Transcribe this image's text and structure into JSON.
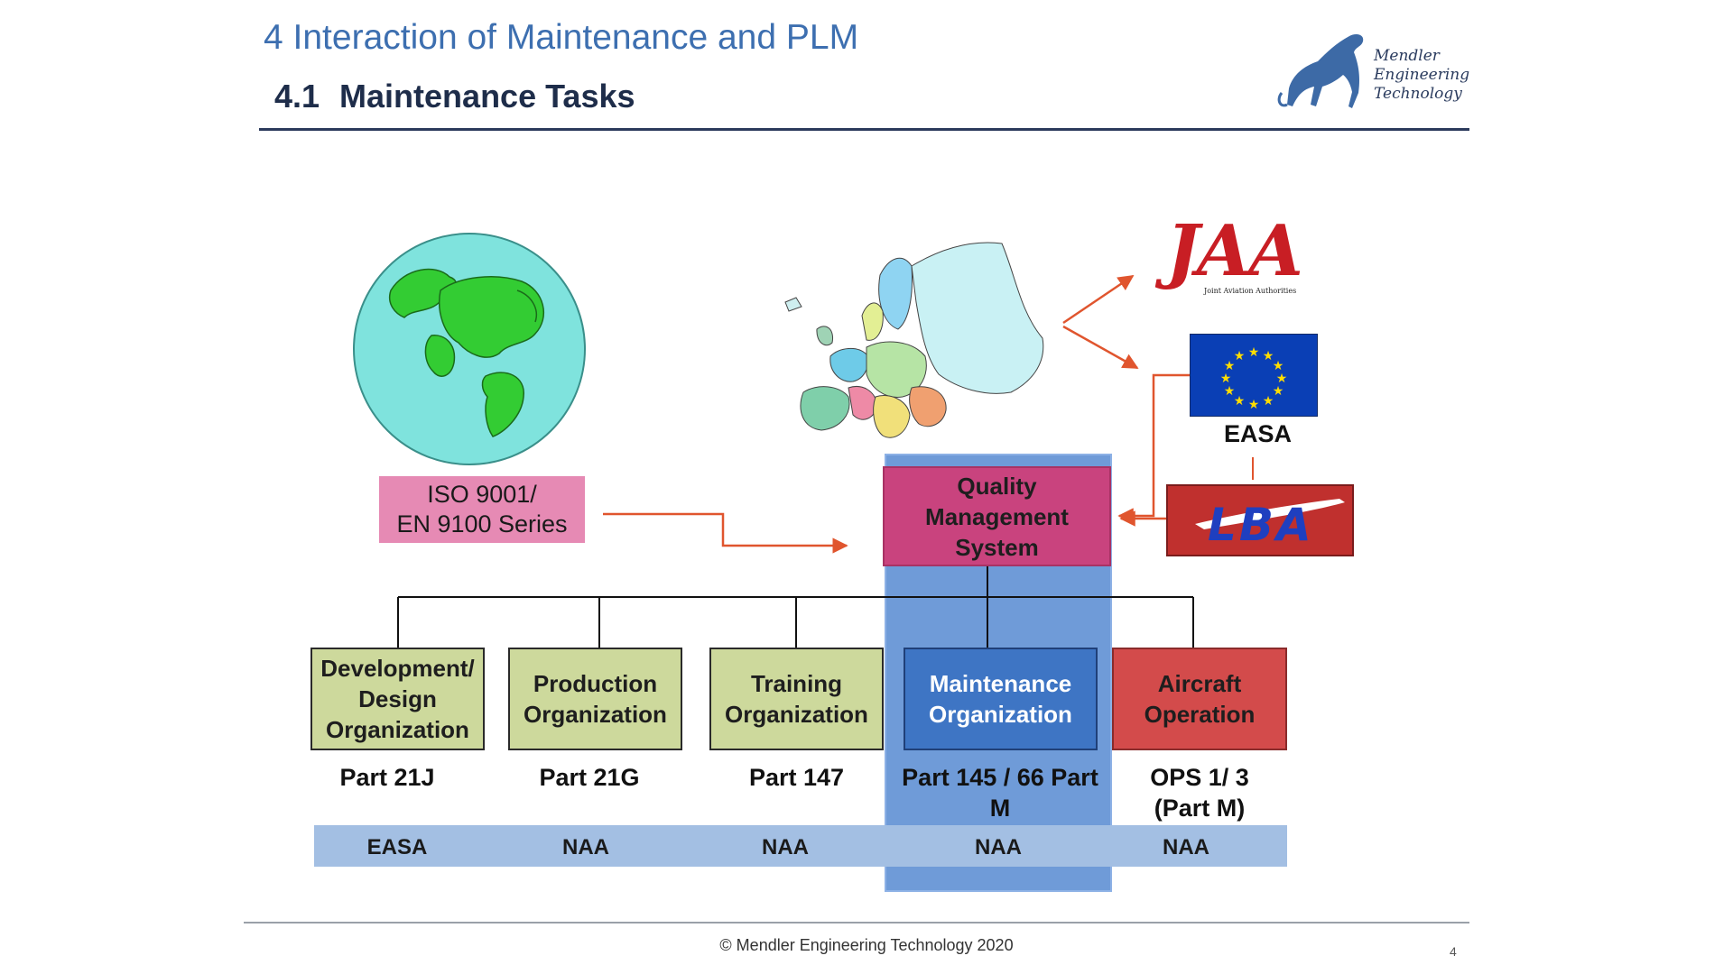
{
  "header": {
    "title": "4 Interaction of Maintenance and PLM",
    "section_number": "4.1",
    "section_title": "Maintenance Tasks"
  },
  "logo": {
    "text": "Mendler\nEngineering\nTechnology"
  },
  "diagram": {
    "standard_box": "ISO 9001/\nEN 9100 Series",
    "qms_box": "Quality\nManagement\nSystem",
    "easa_label": "EASA",
    "jaa_logo_text": "JAA",
    "jaa_logo_subtext": "Joint Aviation Authorities",
    "lba_logo_text": "LBA",
    "organizations": [
      {
        "label": "Development/\nDesign\nOrganization",
        "part": "Part 21J",
        "authority": "EASA"
      },
      {
        "label": "Production\nOrganization",
        "part": "Part 21G",
        "authority": "NAA"
      },
      {
        "label": "Training\nOrganization",
        "part": "Part 147",
        "authority": "NAA"
      },
      {
        "label": "Maintenance\nOrganization",
        "part": "Part 145 / 66 Part\nM",
        "authority": "NAA"
      },
      {
        "label": "Aircraft\nOperation",
        "part": "OPS 1/ 3\n(Part M)",
        "authority": "NAA"
      }
    ],
    "colors": {
      "qms": "#c9437e",
      "iso": "#e68ab4",
      "org_green": "#cdd99c",
      "maintenance_blue": "#3e75c4",
      "aircraft_red": "#d34b4b",
      "arrow": "#e0552e",
      "eu_flag": "#0a3fb5"
    }
  },
  "footer": {
    "copyright": "© Mendler Engineering Technology 2020",
    "page": "4"
  }
}
